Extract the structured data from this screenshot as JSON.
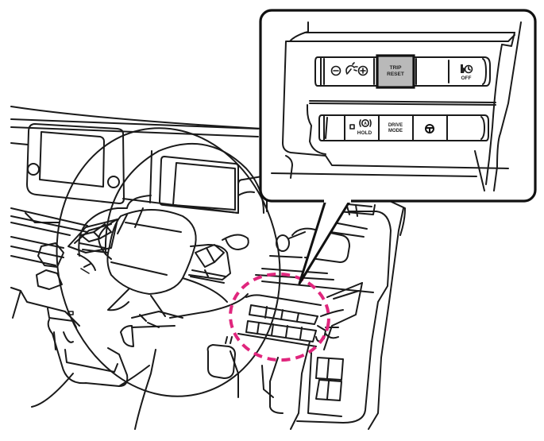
{
  "diagram": {
    "title": "Dashboard switch location",
    "highlight_color": "#e0267d",
    "selected_button_fill": "#b9b9b9",
    "callout": {
      "upper_panel": {
        "buttons": [
          {
            "id": "meter-brightness",
            "icons": [
              "minus-circle-icon",
              "meter-icon",
              "plus-circle-icon"
            ],
            "label": ""
          },
          {
            "id": "trip-reset",
            "label_line1": "TRIP",
            "label_line2": "RESET",
            "selected": true
          },
          {
            "id": "blank-1",
            "label": ""
          },
          {
            "id": "idle-stop-off",
            "icon": "idle-stop-icon",
            "label": "OFF"
          }
        ]
      },
      "lower_panel": {
        "buttons": [
          {
            "id": "blank-2",
            "label": ""
          },
          {
            "id": "auto-hold",
            "icon": "auto-hold-icon",
            "label": "HOLD"
          },
          {
            "id": "drive-mode",
            "label_line1": "DRIVE",
            "label_line2": "MODE"
          },
          {
            "id": "steering-heater",
            "icon": "steering-wheel-icon",
            "label": ""
          },
          {
            "id": "blank-3",
            "label": ""
          }
        ]
      }
    }
  }
}
